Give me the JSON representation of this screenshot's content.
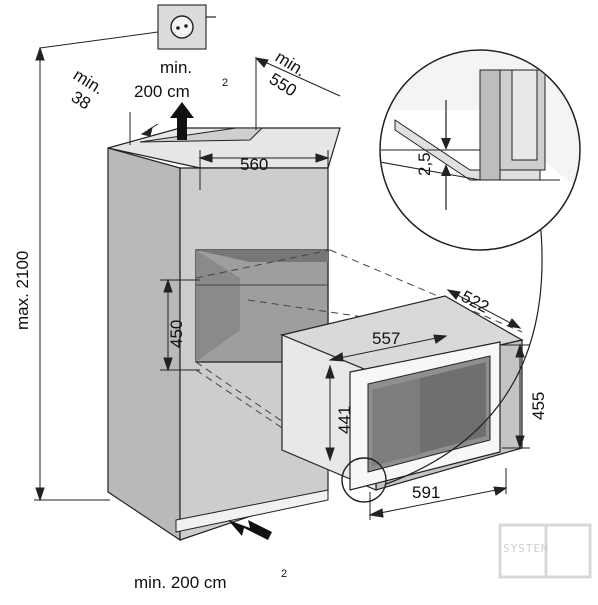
{
  "diagram": {
    "labels": {
      "top_min": "min.",
      "top_area": "200 cm",
      "top_area_sup": "2",
      "left_min": "min.",
      "left_38": "38",
      "right_min": "min.",
      "right_550": "550",
      "max_height": "max. 2100",
      "width_560": "560",
      "height_450": "450",
      "depth_522": "522",
      "width_557": "557",
      "height_455": "455",
      "height_441": "441",
      "width_591": "591",
      "gap_25": "2,5",
      "bottom_area": "min. 200 cm",
      "bottom_area_sup": "2"
    },
    "logo_text": "SYSTEM",
    "icons": [
      "power-socket-icon",
      "airflow-arrow-up-icon",
      "airflow-arrow-in-icon",
      "detail-magnifier-circle"
    ]
  }
}
